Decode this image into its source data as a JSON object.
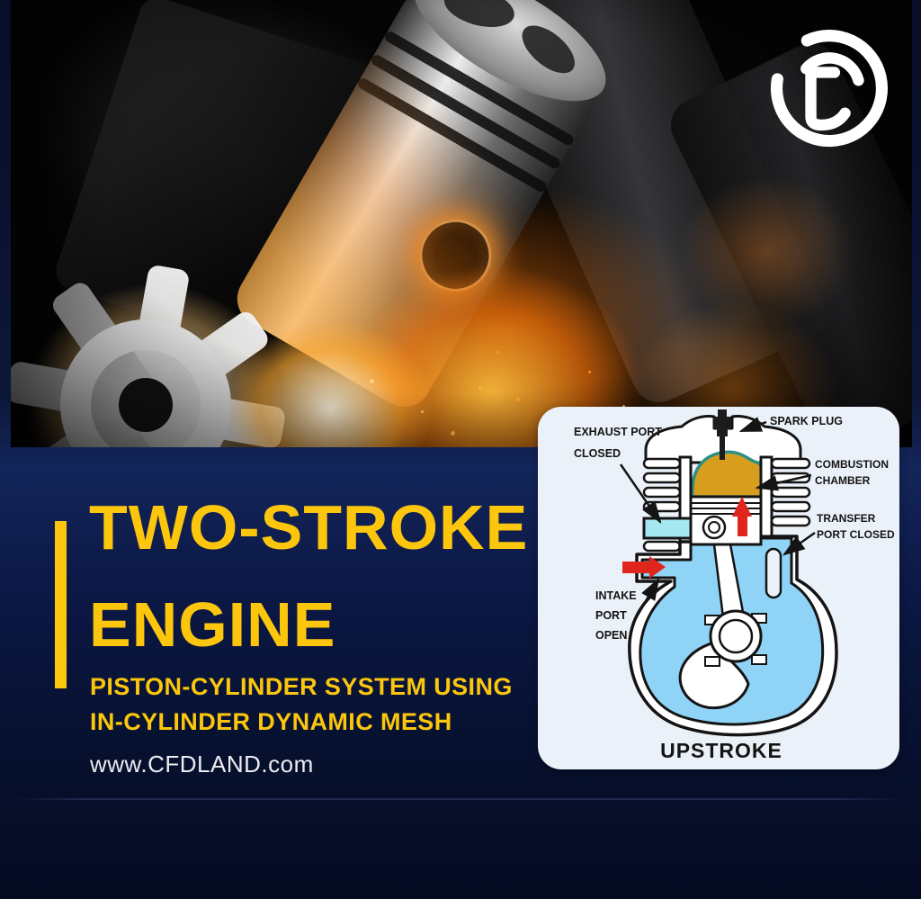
{
  "branding": {
    "logo_icon": "cfdland-cf-monogram",
    "website": "www.CFDLAND.com"
  },
  "title": {
    "line1": "TWO-STROKE",
    "line2": "ENGINE"
  },
  "subtitle": {
    "line1": "PISTON-CYLINDER SYSTEM USING",
    "line2": "IN-CYLINDER DYNAMIC MESH"
  },
  "diagram": {
    "caption": "UPSTROKE",
    "labels": {
      "exhaust": [
        "EXHAUST PORT",
        "CLOSED"
      ],
      "spark_plug": "SPARK PLUG",
      "combustion": [
        "COMBUSTION",
        "CHAMBER"
      ],
      "transfer": [
        "TRANSFER",
        "PORT CLOSED"
      ],
      "intake": [
        "INTAKE",
        "PORT",
        "OPEN"
      ]
    }
  },
  "colors": {
    "accent_yellow": "#FCC60D",
    "navy_background": "#0B1534",
    "card_background": "#EBF1F8",
    "coolant_blue": "#8FD3F6",
    "exhaust_cyan": "#A5E8F2",
    "combustion_gold": "#D79E1E",
    "combustion_teal": "#2F8F84",
    "arrow_red": "#E0251C",
    "diagram_line": "#141414",
    "glow_orange": "#FF8C1A"
  }
}
